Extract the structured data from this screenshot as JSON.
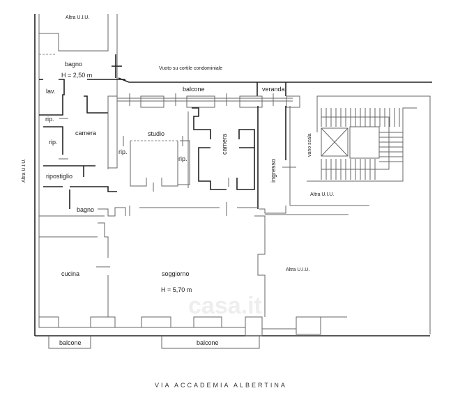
{
  "plan": {
    "rooms": {
      "altra_top": "Altra U.I.U.",
      "bagno_top": "bagno",
      "height_top": "H = 2,50 m",
      "courtyard": "Vuoto su cortile condominiale",
      "balcone_top": "balcone",
      "veranda": "veranda",
      "lav": "lav.",
      "rip1": "rip.",
      "camera_left": "camera",
      "rip2": "rip.",
      "studio": "studio",
      "rip3": "rip.",
      "rip4": "rip.",
      "camera_mid": "camera",
      "ingresso": "ingresso",
      "vano_scala": "vano scala",
      "altra_stair": "Altra U.I.U.",
      "ripostiglio": "ripostiglio",
      "bagno_mid": "bagno",
      "altra_left": "Altra U.I.U.",
      "cucina": "cucina",
      "soggiorno": "soggiorno",
      "height_soggiorno": "H = 5,70 m",
      "altra_right": "Altra U.I.U.",
      "balcone_bottom_left": "balcone",
      "balcone_bottom_right": "balcone"
    },
    "street": "VIA ACCADEMIA ALBERTINA",
    "watermark": "casa.it"
  }
}
